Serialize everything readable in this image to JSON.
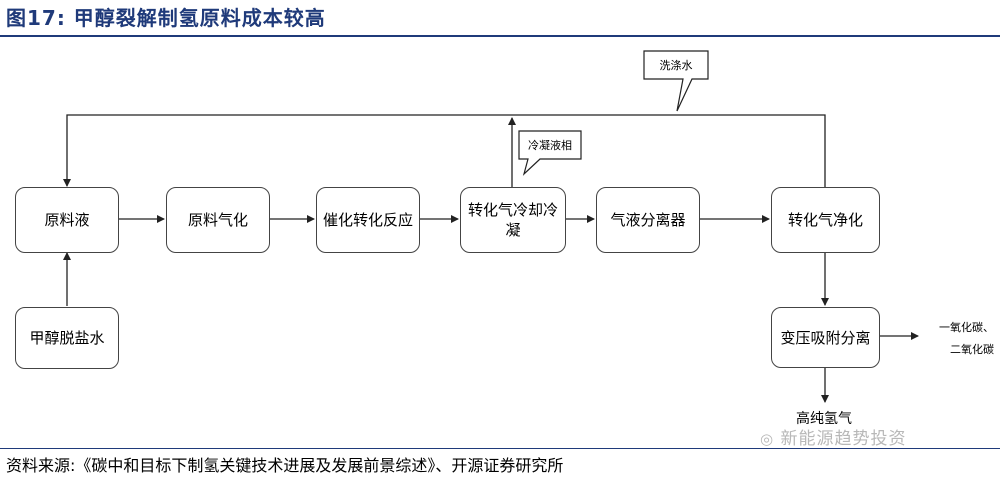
{
  "figure": {
    "title": "图17:  甲醇裂解制氢原料成本较高",
    "source": "资料来源:《碳中和目标下制氢关键技术进展及发展前景综述》、开源证券研究所",
    "watermark": "新能源趋势投资"
  },
  "nodes": {
    "feed_liquid": "原料液",
    "feed_vaporize": "原料气化",
    "catalytic_conversion": "催化转化反应",
    "cooling": "转化气冷却冷凝",
    "separator": "气液分离器",
    "purification": "转化气净化",
    "methanol_water": "甲醇脱盐水",
    "psa": "变压吸附分离"
  },
  "callouts": {
    "wash_water": "洗涤水",
    "condensate": "冷凝液相"
  },
  "outputs": {
    "co": "一氧化碳、",
    "co2": "二氧化碳",
    "hydrogen": "高纯氢气"
  }
}
